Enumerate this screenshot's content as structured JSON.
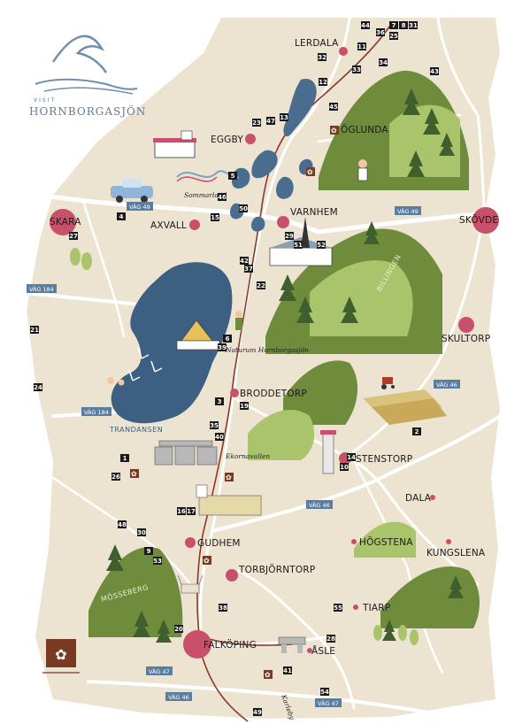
{
  "logo": {
    "small": "VISIT",
    "big": "HORNBORGASJÖN"
  },
  "colors": {
    "land": "#ece3d1",
    "road": "#ffffff",
    "railway": "#8b3a2a",
    "lake": "#3c5f82",
    "green_dark": "#6e8c3c",
    "green_light": "#a9c46a",
    "pin": "#c9506a",
    "num_box": "#1a1a1a",
    "road_sign": "#5a7ea0"
  },
  "towns": [
    {
      "id": "lerdala",
      "label": "LERDALA"
    },
    {
      "id": "oglunda",
      "label": "ÖGLUNDA"
    },
    {
      "id": "eggby",
      "label": "EGGBY"
    },
    {
      "id": "skara",
      "label": "SKARA"
    },
    {
      "id": "skovde",
      "label": "SKÖVDE"
    },
    {
      "id": "axvall",
      "label": "AXVALL"
    },
    {
      "id": "varnhem",
      "label": "VARNHEM"
    },
    {
      "id": "skultorp",
      "label": "SKULTORP"
    },
    {
      "id": "broddetorp",
      "label": "BRODDETORP"
    },
    {
      "id": "stenstorp",
      "label": "STENSTORP"
    },
    {
      "id": "dala",
      "label": "DALA"
    },
    {
      "id": "hogstena",
      "label": "HÖGSTENA"
    },
    {
      "id": "kungslena",
      "label": "KUNGSLENA"
    },
    {
      "id": "gudhem",
      "label": "GUDHEM"
    },
    {
      "id": "torbjorntorp",
      "label": "TORBJÖRNTORP"
    },
    {
      "id": "tiarp",
      "label": "TIARP"
    },
    {
      "id": "falkoping",
      "label": "FALKÖPING"
    },
    {
      "id": "asle",
      "label": "ÅSLE"
    }
  ],
  "places": {
    "sommarland": "Sommarland",
    "naturum": "Naturum Hornborgasjön",
    "ekornavallen": "Ekornavallen",
    "trandansen": "TRANDANSEN",
    "billingen": "BILLINGEN",
    "mosseberg": "MÖSSEBERG",
    "karleby": "Karleby"
  },
  "roads": [
    "VÄG 49",
    "VÄG 49",
    "VÄG 184",
    "VÄG 184",
    "VÄG 46",
    "VÄG 46",
    "VÄG 46",
    "VÄG 47",
    "VÄG 47"
  ],
  "numbers": [
    "44",
    "7",
    "8",
    "31",
    "36",
    "25",
    "11",
    "32",
    "33",
    "34",
    "43",
    "12",
    "45",
    "13",
    "47",
    "23",
    "5",
    "46",
    "4",
    "27",
    "15",
    "50",
    "29",
    "51",
    "52",
    "42",
    "37",
    "22",
    "21",
    "24",
    "6",
    "39",
    "3",
    "19",
    "35",
    "40",
    "1",
    "26",
    "14",
    "10",
    "2",
    "16",
    "17",
    "48",
    "30",
    "9",
    "53",
    "38",
    "20",
    "55",
    "28",
    "41",
    "54",
    "49"
  ]
}
